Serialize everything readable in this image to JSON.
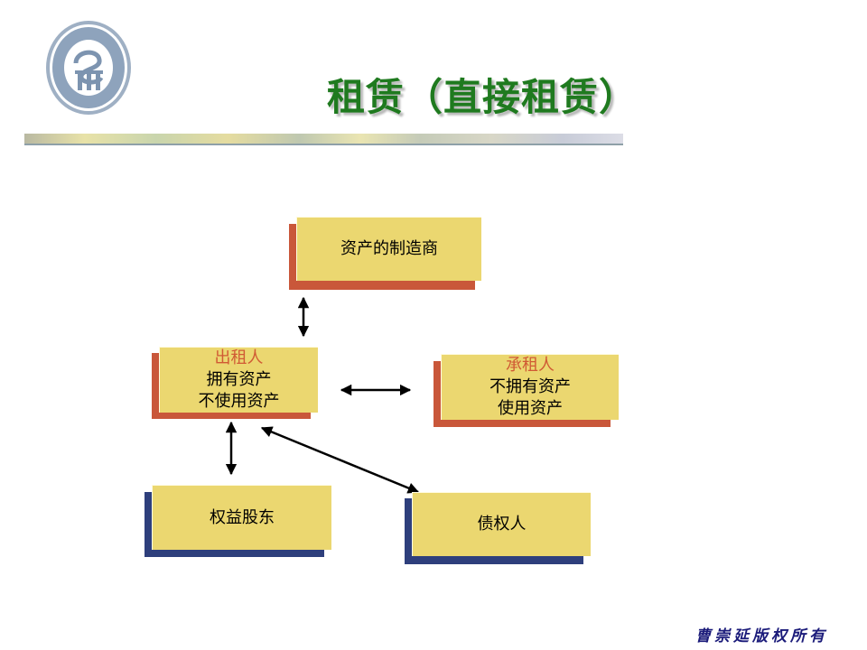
{
  "title": "租赁（直接租赁）",
  "logo": {
    "icon": "university-seal"
  },
  "nodes": {
    "manufacturer": {
      "label": "资产的制造商"
    },
    "lessor": {
      "role": "出租人",
      "line1": "拥有资产",
      "line2": "不使用资产"
    },
    "lessee": {
      "role": "承租人",
      "line1": "不拥有资产",
      "line2": "使用资产"
    },
    "shareholders": {
      "label": "权益股东"
    },
    "creditors": {
      "label": "债权人"
    }
  },
  "colors": {
    "box_fill": "#ebd770",
    "shadow_orange": "#c9573a",
    "shadow_navy": "#2e3f7c",
    "title": "#1f7a1f",
    "role_text": "#d05a34",
    "copyright": "#1b1b7a"
  },
  "footer": {
    "copyright": "曹崇延版权所有"
  }
}
